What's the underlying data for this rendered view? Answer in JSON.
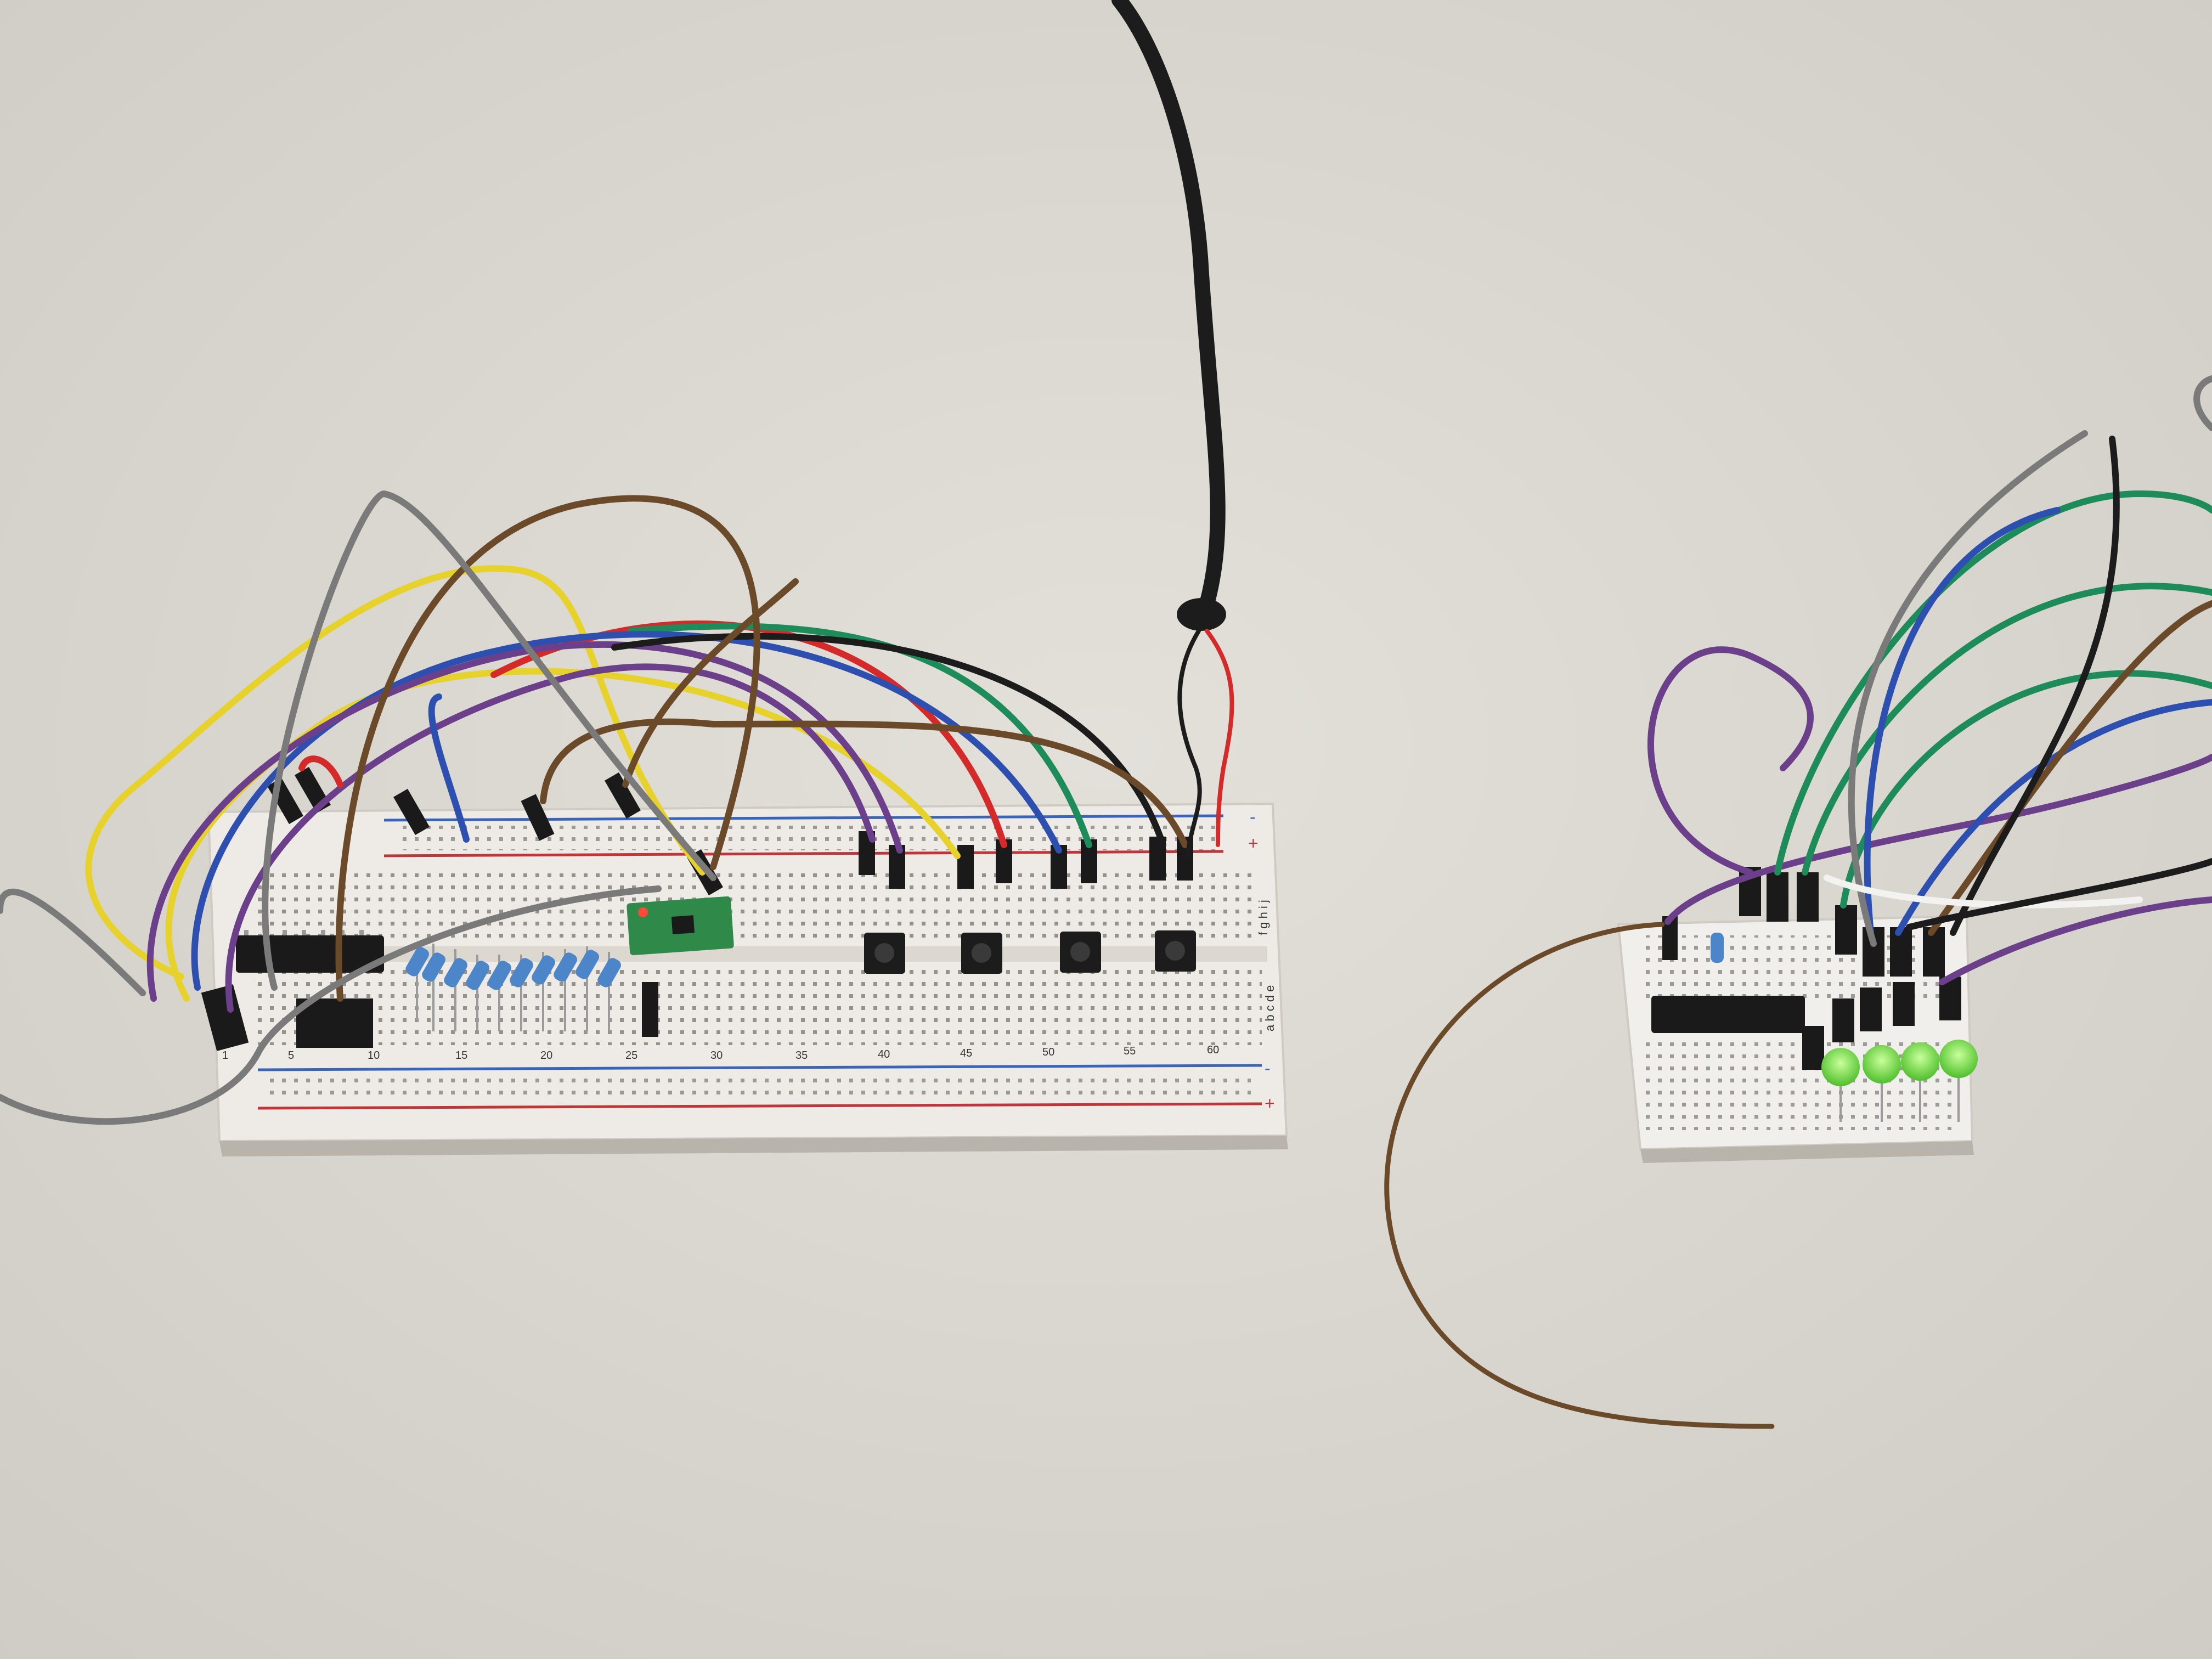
{
  "scene": {
    "colors": {
      "table": "#d9d6cf",
      "breadboard": "#eeebe6",
      "rail_red": "#c0353a",
      "rail_blue": "#3a64b8",
      "wire_black": "#1c1c1c",
      "wire_red": "#d42a2a",
      "wire_green": "#1e8c5a",
      "wire_blue": "#2d4fb0",
      "wire_purple": "#6b3f8a",
      "wire_yellow": "#e6d22a",
      "wire_gray": "#7a7a7a",
      "wire_brown": "#6b4a2a",
      "led_green": "#6fe04a",
      "chip": "#1a1a1a",
      "module_pcb": "#2f8a4a"
    },
    "large_breadboard": {
      "row_letters": "a b c d e",
      "row_letters_top": "f g h i j",
      "column_numbers": [
        "1",
        "5",
        "10",
        "15",
        "20",
        "25",
        "30",
        "35",
        "40",
        "45",
        "50",
        "55",
        "60"
      ],
      "rail_signs": {
        "plus": "+",
        "minus": "-"
      },
      "push_buttons": 4,
      "resistors": 10
    },
    "small_breadboard": {
      "leds": 4,
      "chips": 1
    }
  }
}
